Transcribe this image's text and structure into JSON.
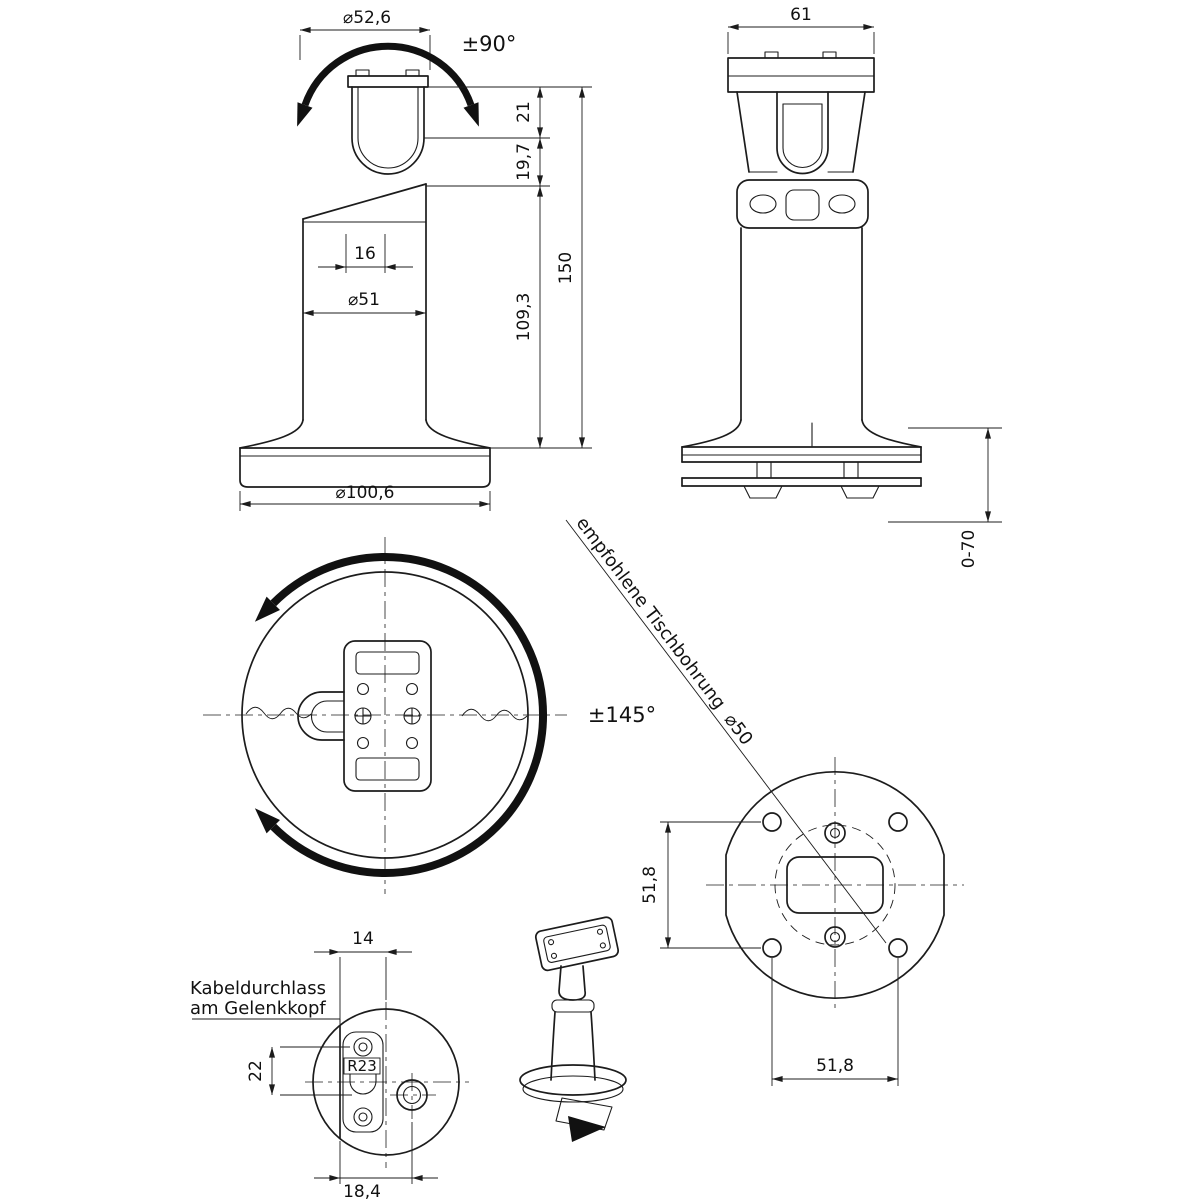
{
  "views": {
    "front": {
      "head_diameter": "⌀52,6",
      "tilt_range": "±90°",
      "dim_head_height": "21",
      "dim_joint_height": "19,7",
      "dim_slot_width": "16",
      "column_diameter": "⌀51",
      "dim_column_height": "109,3",
      "dim_total_height": "150",
      "base_diameter": "⌀100,6"
    },
    "side": {
      "dim_head_width": "61",
      "dim_clamp_range": "0-70"
    },
    "top": {
      "swivel_range": "±145°"
    },
    "bottom": {
      "note_table_bore": "empfohlene Tischbohrung  ⌀50",
      "dim_hole_spacing_vertical": "51,8",
      "dim_hole_spacing_horizontal": "51,8"
    },
    "detail": {
      "label_line1": "Kabeldurchlass",
      "label_line2": "am Gelenkkopf",
      "dim_flat_to_center": "14",
      "dim_screw_to_hole": "22",
      "radius_label": "R23",
      "dim_hole_offset": "18,4"
    }
  }
}
